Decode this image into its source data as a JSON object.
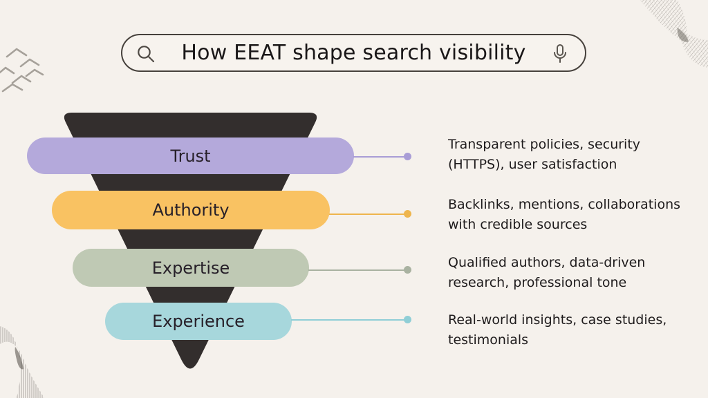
{
  "page": {
    "background_color": "#f5f1ec",
    "title": "How EEAT shape search visibility"
  },
  "search_bar": {
    "query": "How EEAT shape search visibility",
    "icons": {
      "search": "magnifier",
      "mic": "microphone"
    }
  },
  "funnel": {
    "shape": "inverted-triangle",
    "color": "#332e2d",
    "levels": [
      {
        "label": "Trust",
        "pill_color": "#b4a9db",
        "line_color": "#a99dd6",
        "desc_line1": "Transparent policies, security",
        "desc_line2": "(HTTPS), user satisfaction"
      },
      {
        "label": "Authority",
        "pill_color": "#f9c262",
        "line_color": "#eeb54d",
        "desc_line1": "Backlinks, mentions, collaborations",
        "desc_line2": "with credible sources"
      },
      {
        "label": "Expertise",
        "pill_color": "#bfc9b4",
        "line_color": "#a9b2a1",
        "desc_line1": "Qualified authors, data-driven",
        "desc_line2": "research, professional tone"
      },
      {
        "label": "Experience",
        "pill_color": "#a7d7dc",
        "line_color": "#8fced6",
        "desc_line1": "Real-world insights, case studies,",
        "desc_line2": "testimonials"
      }
    ]
  }
}
